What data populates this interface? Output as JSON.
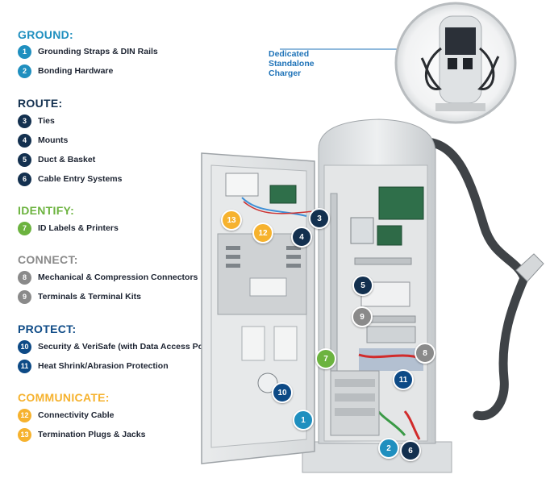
{
  "colors": {
    "ground": "#1f8fbf",
    "route": "#13304f",
    "identify": "#6cb33f",
    "connect": "#8a8a8a",
    "protect": "#0d4a86",
    "communicate": "#f6b22e",
    "inset_label": "#1f73b8"
  },
  "legend": {
    "ground": {
      "title": "GROUND:",
      "items": [
        {
          "num": "1",
          "label": "Grounding Straps & DIN Rails"
        },
        {
          "num": "2",
          "label": "Bonding Hardware"
        }
      ]
    },
    "route": {
      "title": "ROUTE:",
      "items": [
        {
          "num": "3",
          "label": "Ties"
        },
        {
          "num": "4",
          "label": "Mounts"
        },
        {
          "num": "5",
          "label": "Duct & Basket"
        },
        {
          "num": "6",
          "label": "Cable Entry Systems"
        }
      ]
    },
    "identify": {
      "title": "IDENTIFY:",
      "items": [
        {
          "num": "7",
          "label": "ID Labels & Printers"
        }
      ]
    },
    "connect": {
      "title": "CONNECT:",
      "items": [
        {
          "num": "8",
          "label": "Mechanical & Compression Connectors"
        },
        {
          "num": "9",
          "label": "Terminals & Terminal Kits"
        }
      ]
    },
    "protect": {
      "title": "PROTECT:",
      "items": [
        {
          "num": "10",
          "label": "Security & VeriSafe (with Data Access Ports)"
        },
        {
          "num": "11",
          "label": "Heat Shrink/Abrasion Protection"
        }
      ]
    },
    "communicate": {
      "title": "COMMUNICATE:",
      "items": [
        {
          "num": "12",
          "label": "Connectivity Cable"
        },
        {
          "num": "13",
          "label": "Termination Plugs & Jacks"
        }
      ]
    }
  },
  "inset": {
    "label": "Dedicated Standalone Charger"
  },
  "callouts": {
    "c1": "1",
    "c2": "2",
    "c3": "3",
    "c4": "4",
    "c5": "5",
    "c6": "6",
    "c7": "7",
    "c8": "8",
    "c9": "9",
    "c10": "10",
    "c11": "11",
    "c12": "12",
    "c13": "13"
  }
}
